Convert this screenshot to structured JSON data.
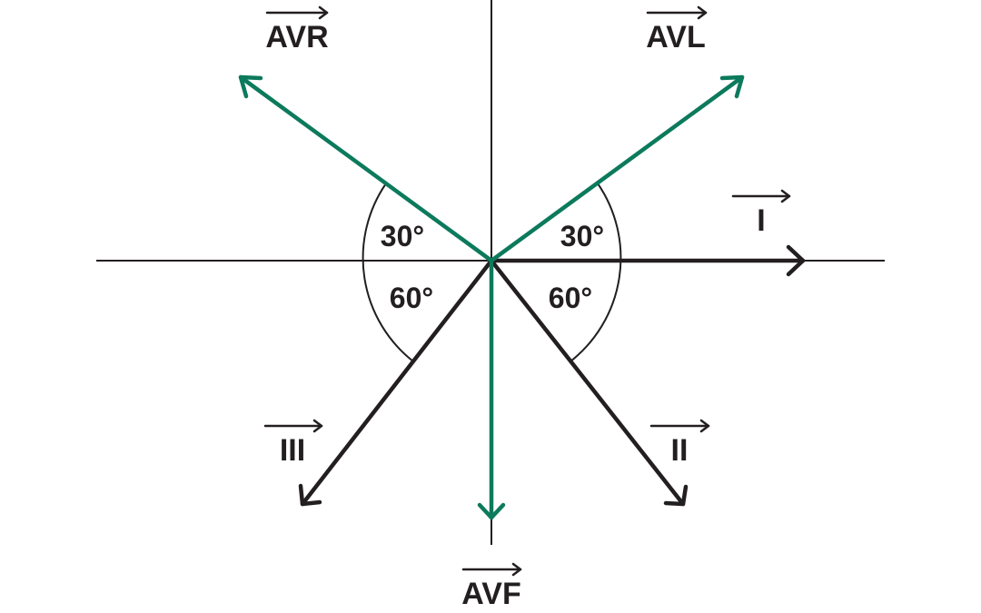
{
  "colors": {
    "limb_lead": "#231f20",
    "augmented_lead": "#0c7a5c",
    "axis": "#231f20"
  },
  "leads": {
    "avr": "AVR",
    "avl": "AVL",
    "avf": "AVF",
    "i": "I",
    "ii": "II",
    "iii": "III"
  },
  "angles": {
    "upper_left": "30°",
    "upper_right": "30°",
    "lower_left": "60°",
    "lower_right": "60°"
  }
}
